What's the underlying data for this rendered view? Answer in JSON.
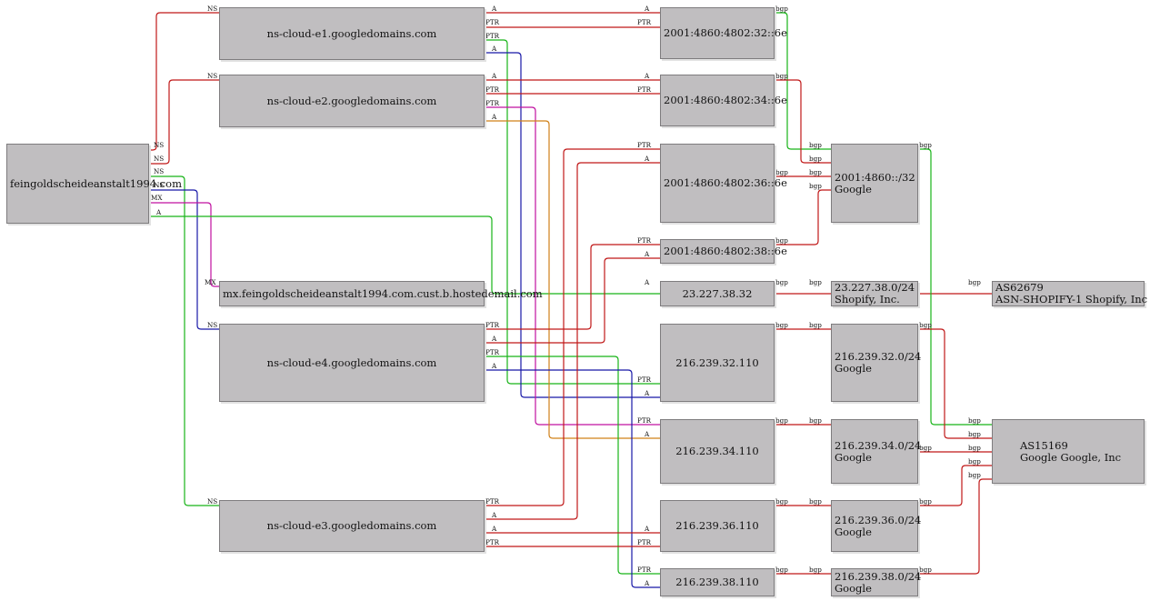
{
  "colors": {
    "red": "#c01818",
    "green": "#18b418",
    "blue": "#1818a8",
    "magenta": "#c010a0",
    "orange": "#d08018",
    "node_fill": "#c0bec0",
    "node_border": "#7e7c7e"
  },
  "nodes": {
    "domain": {
      "name": "feingoldscheideanstalt1994.com"
    },
    "ns_e1": {
      "name": "ns-cloud-e1.googledomains.com"
    },
    "ns_e2": {
      "name": "ns-cloud-e2.googledomains.com"
    },
    "ns_e4": {
      "name": "ns-cloud-e4.googledomains.com"
    },
    "ns_e3": {
      "name": "ns-cloud-e3.googledomains.com"
    },
    "mx": {
      "name": "mx.feingoldscheideanstalt1994.com.cust.b.hostedemail.com"
    },
    "ip6_32": {
      "name": "2001:4860:4802:32::6e"
    },
    "ip6_34": {
      "name": "2001:4860:4802:34::6e"
    },
    "ip6_36": {
      "name": "2001:4860:4802:36::6e"
    },
    "ip6_38": {
      "name": "2001:4860:4802:38::6e"
    },
    "ip_shopify": {
      "name": "23.227.38.32"
    },
    "ip_32": {
      "name": "216.239.32.110"
    },
    "ip_34": {
      "name": "216.239.34.110"
    },
    "ip_36": {
      "name": "216.239.36.110"
    },
    "ip_38": {
      "name": "216.239.38.110"
    },
    "net6": {
      "name": "2001:4860::/32",
      "org": "Google"
    },
    "net_shopify": {
      "name": "23.227.38.0/24",
      "org": "Shopify, Inc."
    },
    "net_32": {
      "name": "216.239.32.0/24",
      "org": "Google"
    },
    "net_34": {
      "name": "216.239.34.0/24",
      "org": "Google"
    },
    "net_36": {
      "name": "216.239.36.0/24",
      "org": "Google"
    },
    "net_38": {
      "name": "216.239.38.0/24",
      "org": "Google"
    },
    "as_shopify": {
      "name": "AS62679",
      "org": "ASN-SHOPIFY-1 Shopify, Inc"
    },
    "as_google": {
      "name": "AS15169",
      "org": "Google Google, Inc"
    }
  },
  "edge_labels": {
    "ns": "NS",
    "mx": "MX",
    "a": "A",
    "ptr": "PTR",
    "bgp": "bgp"
  }
}
